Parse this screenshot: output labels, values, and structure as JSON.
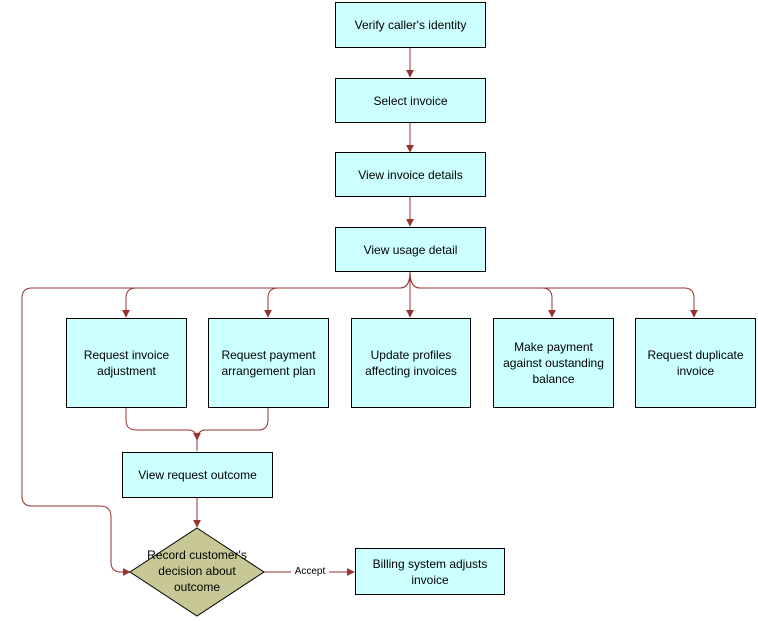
{
  "colors": {
    "process_fill": "#ccffff",
    "decision_fill": "#c8c896",
    "connector": "#993333"
  },
  "nodes": {
    "verify_identity": "Verify caller's identity",
    "select_invoice": "Select invoice",
    "view_invoice_details": "View invoice details",
    "view_usage_detail": "View usage detail",
    "request_invoice_adjustment": "Request invoice adjustment",
    "request_payment_arrangement": "Request payment arrangement plan",
    "update_profiles": "Update profiles affecting invoices",
    "make_payment": "Make payment against oustanding balance",
    "request_duplicate_invoice": "Request duplicate invoice",
    "view_request_outcome": "View request outcome",
    "record_decision": "Record customer's decision about outcome",
    "billing_adjusts": "Billing system adjusts invoice"
  },
  "edges": {
    "accept_label": "Accept"
  }
}
